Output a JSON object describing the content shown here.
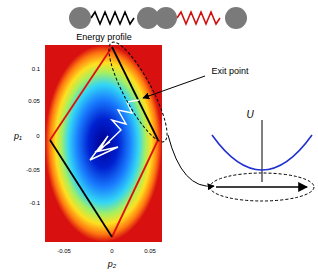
{
  "diagram": {
    "labels": [
      "Energy profile",
      "Exit point",
      "p₁",
      "0.1",
      "0.05",
      "0",
      "-0.05",
      "-0.1",
      "-0.05",
      "0",
      "0.05",
      "p₂",
      "U"
    ]
  }
}
